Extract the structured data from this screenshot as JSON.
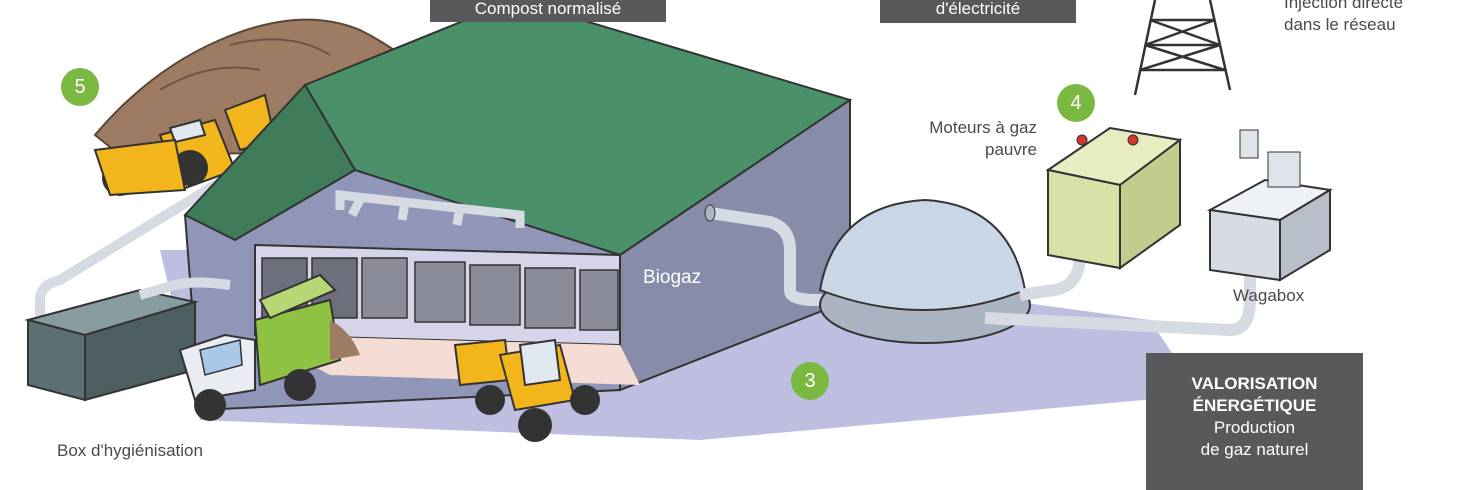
{
  "labels": {
    "compost_box": "Compost normalisé",
    "electricity_box": "d'électricité",
    "injection_line1": "Injection directe",
    "injection_line2": "dans le réseau",
    "moteurs_line1": "Moteurs à gaz",
    "moteurs_line2": "pauvre",
    "biogaz": "Biogaz",
    "wagabox": "Wagabox",
    "box_hygienisation": "Box d'hygiénisation",
    "valorisation_line1": "VALORISATION",
    "valorisation_line2": "ÉNERGÉTIQUE",
    "valorisation_line3": "Production",
    "valorisation_line4": "de gaz naturel"
  },
  "steps": [
    "5",
    "4",
    "3"
  ],
  "colors": {
    "badge": "#7ab842",
    "dark_box": "#58595b",
    "roof": "#4a9068",
    "building_wall": "#9096b7",
    "floor": "#a8a9d6",
    "pipe": "#d5dae3",
    "dome": "#c9d6e5",
    "engine_box": "#d9e0a6",
    "compost": "#9e7c64",
    "loader": "#f2b51c",
    "truck_bed": "#8fc242"
  }
}
